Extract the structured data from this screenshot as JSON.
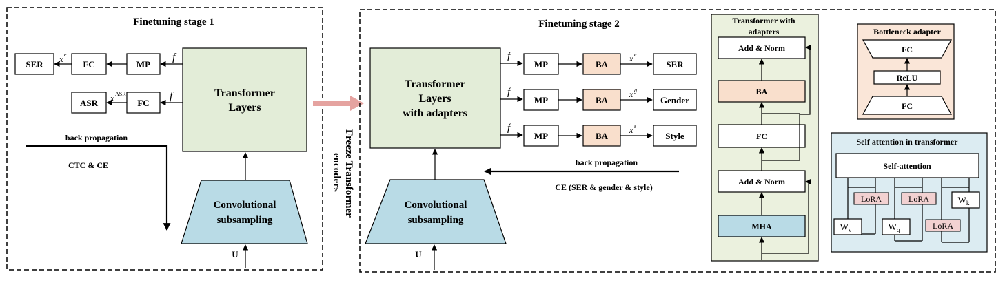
{
  "stage1": {
    "title": "Finetuning stage 1",
    "ser": "SER",
    "asr": "ASR",
    "fc": "FC",
    "mp": "MP",
    "f": "f",
    "xe_base": "x",
    "xe_sup": "e",
    "xasr_base": "x",
    "xasr_sup": "ASR",
    "transformer": [
      "Transformer",
      "Layers"
    ],
    "conv": [
      "Convolutional",
      "subsampling"
    ],
    "backprop": "back propagation",
    "loss": "CTC & CE",
    "input": "U"
  },
  "freeze": [
    "Freeze Transformer",
    "encoders"
  ],
  "stage2": {
    "title": "Finetuning stage 2",
    "transformer": [
      "Transformer",
      "Layers",
      "with adapters"
    ],
    "conv": [
      "Convolutional",
      "subsampling"
    ],
    "f": "f",
    "mp": "MP",
    "ba": "BA",
    "rows": [
      {
        "sup": "e",
        "out": "SER"
      },
      {
        "sup": "g",
        "out": "Gender"
      },
      {
        "sup": "s",
        "out": "Style"
      }
    ],
    "x_base": "x",
    "backprop": "back propagation",
    "loss": "CE (SER & gender &  style)",
    "input": "U"
  },
  "adapter_panel": {
    "title": [
      "Transformer with",
      "adapters"
    ],
    "add_norm": "Add & Norm",
    "ba": "BA",
    "fc": "FC",
    "mha": "MHA"
  },
  "bottleneck": {
    "title": "Bottleneck adapter",
    "fc": "FC",
    "relu": "ReLU"
  },
  "self_attention": {
    "title": "Self attention in transformer",
    "sa": "Self-attention",
    "lora": "LoRA",
    "w": "W",
    "wv_sub": "v",
    "wq_sub": "q",
    "wk_sub": "k"
  }
}
